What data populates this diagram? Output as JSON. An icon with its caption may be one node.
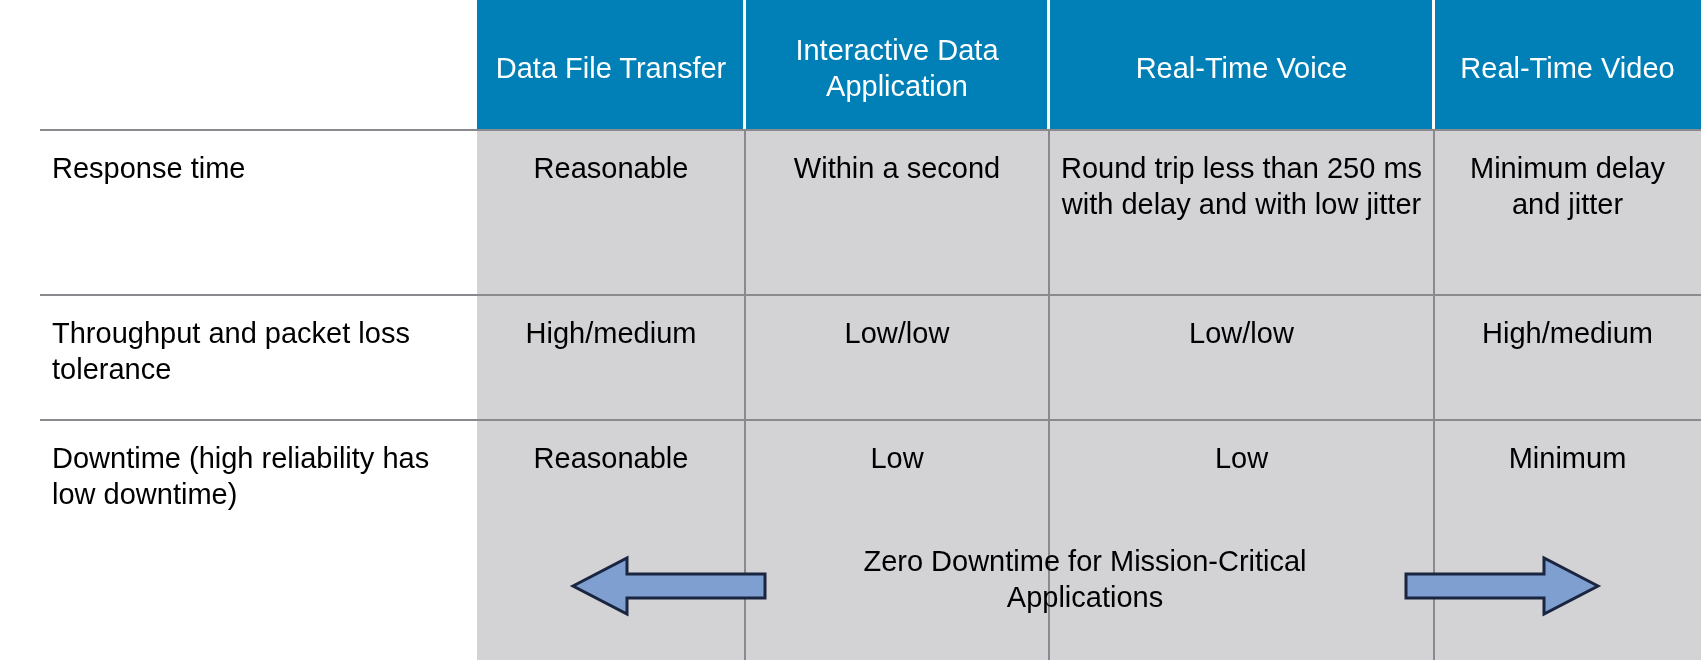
{
  "diagram": {
    "labels": [
      "Data File Transfer",
      "Interactive Data Application",
      "Real-Time Voice",
      "Real-Time Video",
      "Response time",
      "Reasonable",
      "Within a second",
      "Round trip less than 250 ms with delay and with low jitter",
      "Minimum delay and jitter",
      "Throughput and packet loss tolerance",
      "High/medium",
      "Low/low",
      "Low/low",
      "High/medium",
      "Downtime (high reliability has low downtime)",
      "Reasonable",
      "Low",
      "Low",
      "Minimum",
      "Zero Downtime for Mission-Critical Applications"
    ]
  }
}
